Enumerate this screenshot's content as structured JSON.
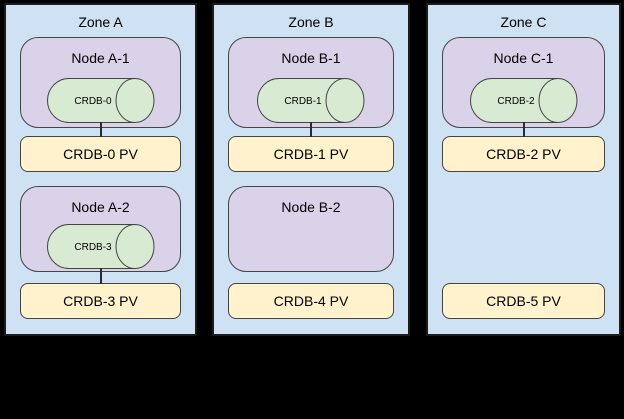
{
  "colors": {
    "canvas_bg": "#000000",
    "zone_fill": "#cfe2f3",
    "zone_border": "#1c1c1c",
    "node_fill": "#d9d2e9",
    "cylinder_fill": "#d9ead3",
    "pv_fill": "#fff2cc",
    "shape_border": "#444444",
    "connector": "#2b2b2b",
    "text": "#000000"
  },
  "zones": [
    {
      "title": "Zone A",
      "nodes": [
        {
          "label": "Node A-1",
          "cylinder_label": "CRDB-0",
          "pv_label": "CRDB-0 PV",
          "connected_to_pv": true
        },
        {
          "label": "Node A-2",
          "cylinder_label": "CRDB-3",
          "pv_label": "CRDB-3 PV",
          "connected_to_pv": true
        }
      ]
    },
    {
      "title": "Zone B",
      "nodes": [
        {
          "label": "Node B-1",
          "cylinder_label": "CRDB-1",
          "pv_label": "CRDB-1 PV",
          "connected_to_pv": true
        },
        {
          "label": "Node B-2",
          "cylinder_label": null,
          "pv_label": "CRDB-4 PV",
          "connected_to_pv": false
        }
      ]
    },
    {
      "title": "Zone C",
      "nodes": [
        {
          "label": "Node C-1",
          "cylinder_label": "CRDB-2",
          "pv_label": "CRDB-2 PV",
          "connected_to_pv": true
        },
        {
          "label": null,
          "cylinder_label": null,
          "pv_label": "CRDB-5 PV",
          "connected_to_pv": false
        }
      ]
    }
  ]
}
